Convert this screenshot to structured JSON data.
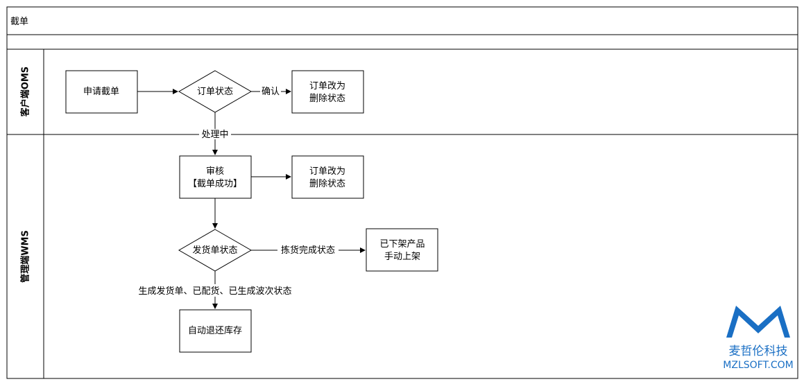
{
  "title": "截单",
  "lanes": {
    "customer": "客户端OMS",
    "wms": "管理端WMS"
  },
  "nodes": {
    "apply_cut": "申请截单",
    "order_status": "订单状态",
    "delete_status_1": [
      "订单改为",
      "删除状态"
    ],
    "review": [
      "审核",
      "【截单成功】"
    ],
    "delete_status_2": [
      "订单改为",
      "删除状态"
    ],
    "ship_status": "发货单状态",
    "manual_shelf": [
      "已下架产品",
      "手动上架"
    ],
    "auto_return": "自动退还库存"
  },
  "edge_labels": {
    "confirm": "确认",
    "processing": "处理中",
    "picking_done": "拣货完成状态",
    "generated": "生成发货单、已配货、已生成波次状态"
  },
  "brand": {
    "name": "麦哲伦科技",
    "url": "MZLSOFT.COM",
    "color": "#1a6fc4"
  }
}
